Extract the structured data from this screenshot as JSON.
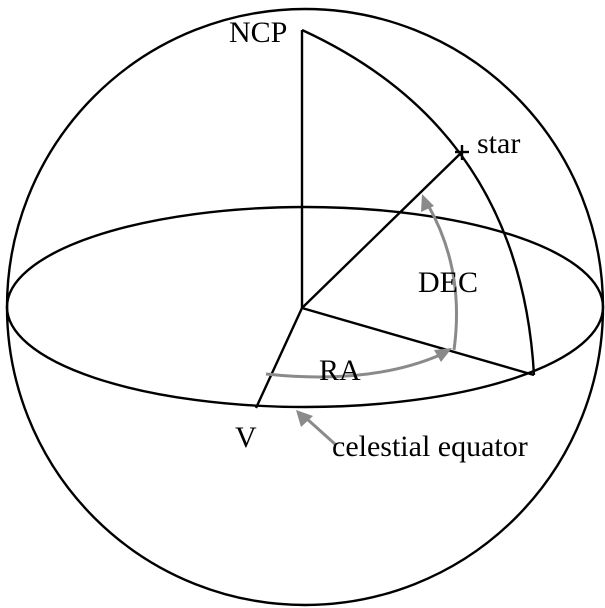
{
  "labels": {
    "ncp": "NCP",
    "star": "star",
    "dec": "DEC",
    "ra": "RA",
    "vernal": "V",
    "equator": "celestial equator"
  },
  "colors": {
    "outline": "#000000",
    "arrows": "#8a8a8a",
    "background": "#ffffff"
  }
}
